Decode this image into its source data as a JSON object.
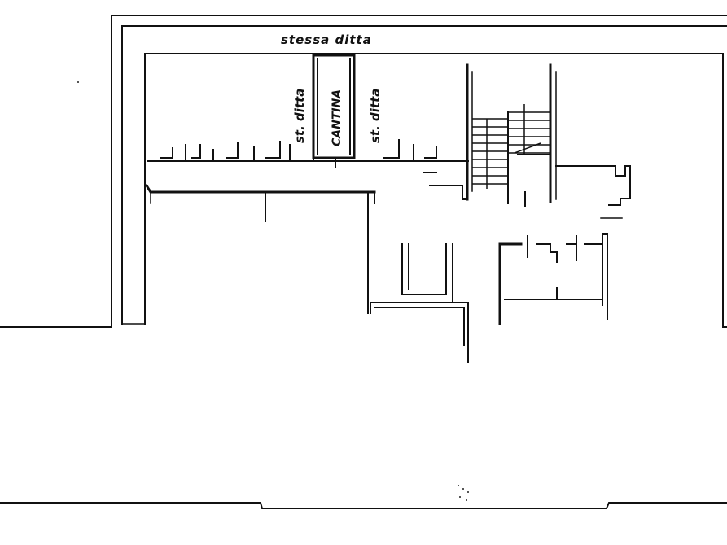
{
  "labels": {
    "top": "stessa ditta",
    "left": "st. ditta",
    "center": "CANTINA",
    "right": "st. ditta"
  },
  "colors": {
    "ink": "#111111",
    "background": "#ffffff"
  }
}
